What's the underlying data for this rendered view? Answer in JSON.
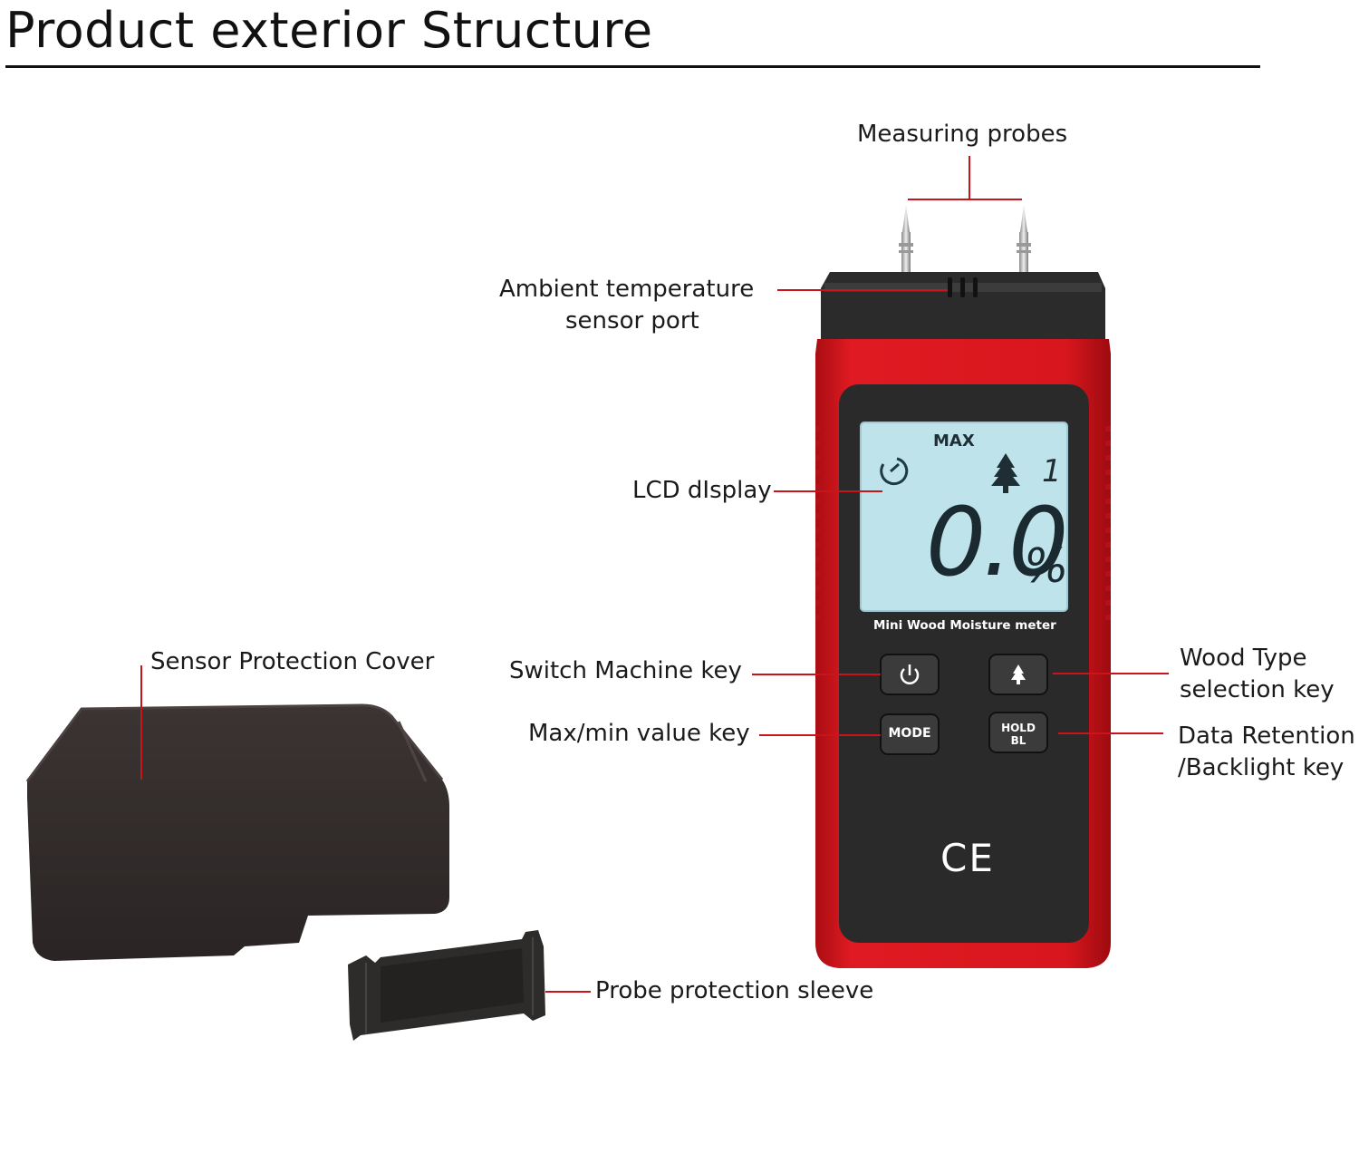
{
  "title": "Product exterior Structure",
  "callouts": {
    "measuring_probes": "Measuring probes",
    "ambient_sensor_line1": "Ambient temperature",
    "ambient_sensor_line2": "sensor port",
    "lcd_display": "LCD dIsplay",
    "switch_machine_key": "Switch Machine key",
    "max_min_key": "Max/min value key",
    "wood_type_line1": "Wood Type",
    "wood_type_line2": "selection key",
    "data_retention_line1": "Data Retention",
    "data_retention_line2": "/Backlight key",
    "sensor_cover": "Sensor Protection Cover",
    "probe_sleeve": "Probe protection sleeve"
  },
  "device": {
    "lcd_max": "MAX",
    "lcd_reading": "0.0",
    "lcd_unit": "%",
    "lcd_wood_index": "1",
    "model_label": "Mini Wood Moisture meter",
    "mode_button": "MODE",
    "hold_line1": "HOLD",
    "hold_line2": "BL",
    "ce_mark": "CE"
  },
  "colors": {
    "device_red": "#d7151d",
    "device_black": "#2a2a2a",
    "lcd_background": "#bfe3ea",
    "leader_line": "#c8141b"
  },
  "icons": [
    "power-icon",
    "tree-icon",
    "timer-icon"
  ]
}
